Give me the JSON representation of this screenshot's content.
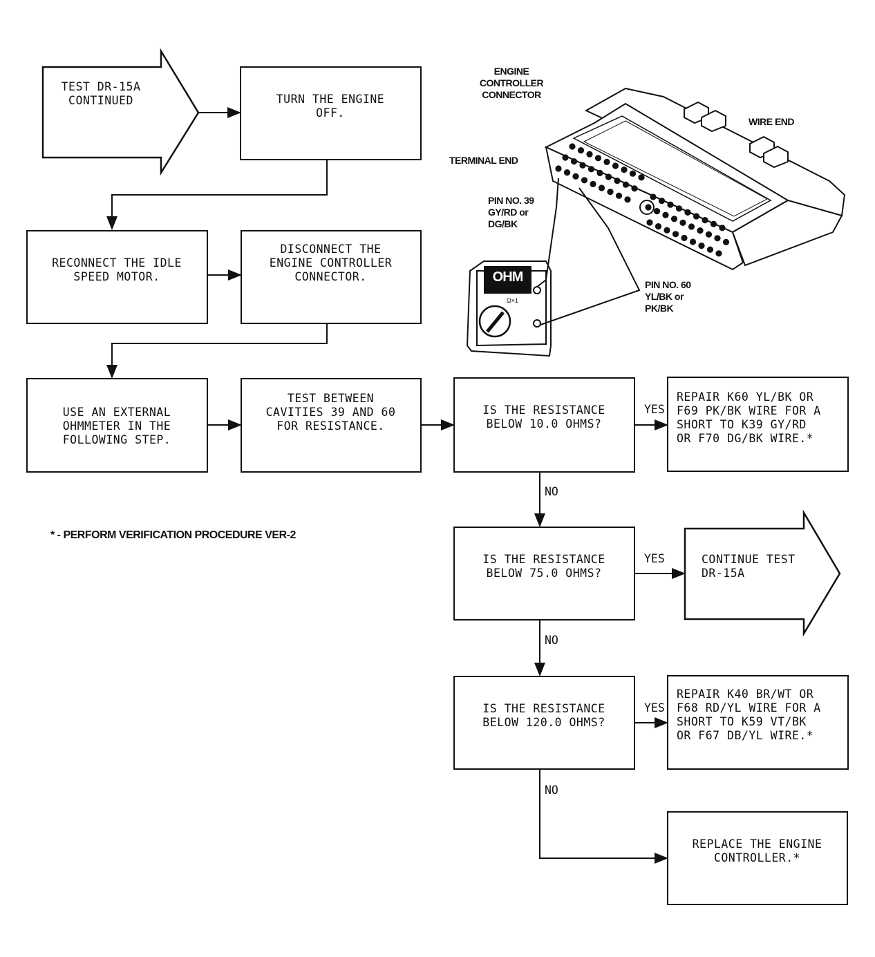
{
  "flow": {
    "start": "TEST DR-15A\nCONTINUED",
    "turn_off": "TURN THE ENGINE\nOFF.",
    "reconnect": "RECONNECT THE IDLE\nSPEED MOTOR.",
    "disconnect": "DISCONNECT THE\nENGINE CONTROLLER\nCONNECTOR.",
    "use_ohmmeter": "USE AN EXTERNAL\nOHMMETER IN THE\nFOLLOWING STEP.",
    "test_cavities": "TEST BETWEEN\nCAVITIES 39 AND 60\nFOR RESISTANCE.",
    "q1": "IS THE RESISTANCE\nBELOW 10.0 OHMS?",
    "repair1": "REPAIR K60 YL/BK OR\nF69 PK/BK WIRE FOR A\nSHORT TO K39 GY/RD\nOR F70 DG/BK WIRE.*",
    "q2": "IS THE RESISTANCE\nBELOW 75.0 OHMS?",
    "continue": "CONTINUE TEST\nDR-15A",
    "q3": "IS THE RESISTANCE\nBELOW 120.0 OHMS?",
    "repair2": "REPAIR K40 BR/WT OR\nF68 RD/YL WIRE FOR A\nSHORT TO K59 VT/BK\nOR F67 DB/YL WIRE.*",
    "replace": "REPLACE THE ENGINE\nCONTROLLER.*",
    "yes": "YES",
    "no": "NO"
  },
  "illustration": {
    "title": "ENGINE\nCONTROLLER\nCONNECTOR",
    "wire_end": "WIRE END",
    "terminal_end": "TERMINAL END",
    "pin39": "PIN NO. 39\nGY/RD or\nDG/BK",
    "pin60": "PIN NO. 60\nYL/BK or\nPK/BK",
    "meter_display": "OHM",
    "meter_range": "Ω×1"
  },
  "footnote": "* - PERFORM VERIFICATION PROCEDURE VER-2"
}
